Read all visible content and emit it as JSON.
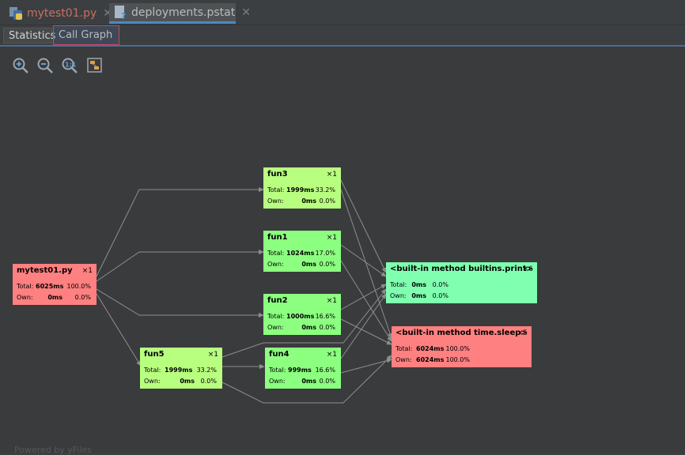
{
  "file_tabs": [
    {
      "label": "mytest01.py",
      "close": "✕"
    },
    {
      "label": "deployments.pstat",
      "close": "✕"
    }
  ],
  "sub_tabs": [
    {
      "label": "Statistics"
    },
    {
      "label": "Call Graph"
    }
  ],
  "toolbar": [
    "zoom-in-icon",
    "zoom-out-icon",
    "actual-size-icon",
    "fit-content-icon"
  ],
  "nodes": {
    "mytest01": {
      "title": "mytest01.py",
      "count": "×1",
      "total_label": "Total:",
      "total_value": "6025ms",
      "total_pct": "100.0%",
      "own_label": "Own:",
      "own_value": "0ms",
      "own_pct": "0.0%",
      "color": "#ff8080"
    },
    "fun3": {
      "title": "fun3",
      "count": "×1",
      "total_label": "Total:",
      "total_value": "1999ms",
      "total_pct": "33.2%",
      "own_label": "Own:",
      "own_value": "0ms",
      "own_pct": "0.0%",
      "color": "#b8ff80"
    },
    "fun1": {
      "title": "fun1",
      "count": "×1",
      "total_label": "Total:",
      "total_value": "1024ms",
      "total_pct": "17.0%",
      "own_label": "Own:",
      "own_value": "0ms",
      "own_pct": "0.0%",
      "color": "#8cff80"
    },
    "fun2": {
      "title": "fun2",
      "count": "×1",
      "total_label": "Total:",
      "total_value": "1000ms",
      "total_pct": "16.6%",
      "own_label": "Own:",
      "own_value": "0ms",
      "own_pct": "0.0%",
      "color": "#8cff80"
    },
    "fun5": {
      "title": "fun5",
      "count": "×1",
      "total_label": "Total:",
      "total_value": "1999ms",
      "total_pct": "33.2%",
      "own_label": "Own:",
      "own_value": "0ms",
      "own_pct": "0.0%",
      "color": "#b8ff80"
    },
    "fun4": {
      "title": "fun4",
      "count": "×1",
      "total_label": "Total:",
      "total_value": "999ms",
      "total_pct": "16.6%",
      "own_label": "Own:",
      "own_value": "0ms",
      "own_pct": "0.0%",
      "color": "#8cff80"
    },
    "print": {
      "title": "<built-in method builtins.print>",
      "count": "×6",
      "total_label": "Total:",
      "total_value": "0ms",
      "total_pct": "0.0%",
      "own_label": "Own:",
      "own_value": "0ms",
      "own_pct": "0.0%",
      "color": "#80ffb0"
    },
    "sleep": {
      "title": "<built-in method time.sleep>",
      "count": "×5",
      "total_label": "Total:",
      "total_value": "6024ms",
      "total_pct": "100.0%",
      "own_label": "Own:",
      "own_value": "6024ms",
      "own_pct": "100.0%",
      "color": "#ff8080"
    }
  },
  "colors": {
    "accent": "#4a88c7",
    "tab_highlight": "#c8465f",
    "edge": "#8e8e8e"
  },
  "footer": "Powered by yFiles"
}
